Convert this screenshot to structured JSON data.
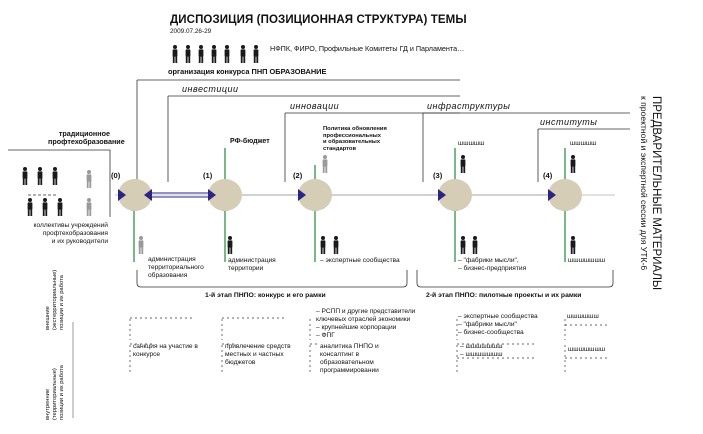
{
  "header": {
    "title": "ДИСПОЗИЦИЯ (ПОЗИЦИОННАЯ СТРУКТУРА) ТЕМЫ",
    "date": "2009.07.26-29",
    "participants": "НФПК, ФИРО, Профильные Комитеты ГД и Парламента…",
    "organization": "организация конкурса ПНП ОБРАЗОВАНИЕ"
  },
  "side_title": {
    "line1": "ПРЕДВАРИТЕЛЬНЫЕ МАТЕРИАЛЫ",
    "line2": "к проектной и экспертной сессии для УТК-6"
  },
  "left": {
    "heading_line1": "традиционное",
    "heading_line2": "профтехобразование",
    "collectives": [
      "коллективы учреждений",
      "профтехобразования",
      "и их руководители"
    ]
  },
  "axis_labels": {
    "external": [
      "внешние",
      "(экстерриториальные)",
      "позиции и их работа"
    ],
    "internal": [
      "внутренние",
      "(территориальные)",
      "позиции и их работа"
    ]
  },
  "bands": {
    "investments": "инвестиции",
    "innovations": "инновации",
    "infrastructure": "инфраструктуры",
    "institutes": "институты"
  },
  "nodes": [
    {
      "label": "(0)"
    },
    {
      "label": "(1)"
    },
    {
      "label": "(2)"
    },
    {
      "label": "(3)"
    },
    {
      "label": "(4)"
    }
  ],
  "node_top": {
    "rf_budget": "РФ-бюджет",
    "policy": [
      "Политика обновления",
      "профессиональных",
      "и образовательных",
      "стандартов"
    ],
    "w3": "шшшшш",
    "w4": "шшшшш"
  },
  "node_bottom": {
    "admin_terr": [
      "администрация",
      "территориального",
      "образования"
    ],
    "admin_terr2": [
      "администрация",
      "территории"
    ],
    "experts": "– экспертные сообщества",
    "think_tanks": [
      "– \"фабрики мысли\",",
      "– бизнес-предприятия"
    ],
    "w4": "шшшшшшш"
  },
  "stages": {
    "stage1": "1-й этап ПНПО: конкурс и его рамки",
    "stage2": "2-й этап ПНПО: пилотные проекты и их рамки"
  },
  "lower": {
    "rspp": [
      "– РСПП и другие представители",
      "ключевых отраслей экономики",
      "– крупнейшие корпорации",
      "– ФПГ"
    ],
    "expert3": [
      "– экспертные сообщества",
      "– \"фабрики мысли\"",
      "– бизнес-сообщества"
    ],
    "w_ext4": "шшшшшш",
    "sanction": [
      "санкция на участие в",
      "конкурсе"
    ],
    "attract": [
      "привлечение средств",
      "местных и частных",
      "бюджетов"
    ],
    "analytics": [
      "аналитика ПНПО и",
      "консалтинг в",
      "образовательном",
      "программировании"
    ],
    "w_int3a": "– шшшшшшш",
    "w_int3b": "– шшшшшшш",
    "w_int4": "шшшшшшш"
  },
  "colors": {
    "node_fill": "#d6cdb6",
    "green_arrow": "#1e8a3c",
    "blue_arrow": "#2a2485",
    "figure_dark": "#1a1a1a",
    "figure_gray": "#9a9a9a"
  }
}
